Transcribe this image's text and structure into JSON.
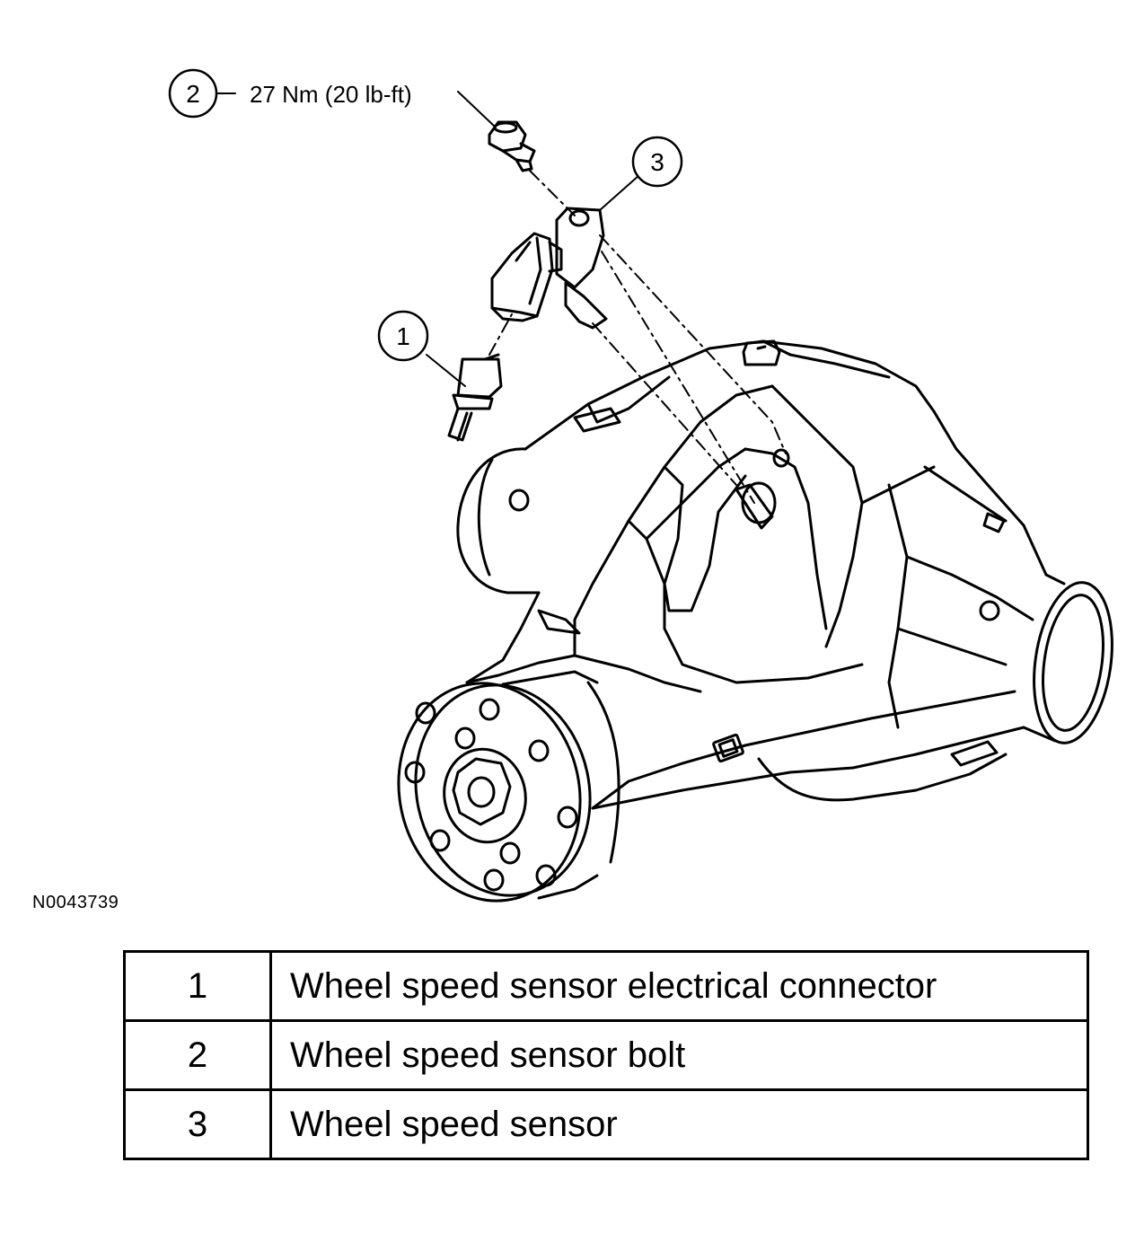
{
  "callouts": [
    {
      "number": "1"
    },
    {
      "number": "2",
      "annotation": "27 Nm (20 lb-ft)"
    },
    {
      "number": "3"
    }
  ],
  "figure_id": "N0043739",
  "legend": [
    {
      "number": "1",
      "description": "Wheel speed sensor electrical connector"
    },
    {
      "number": "2",
      "description": "Wheel speed sensor bolt"
    },
    {
      "number": "3",
      "description": "Wheel speed sensor"
    }
  ]
}
